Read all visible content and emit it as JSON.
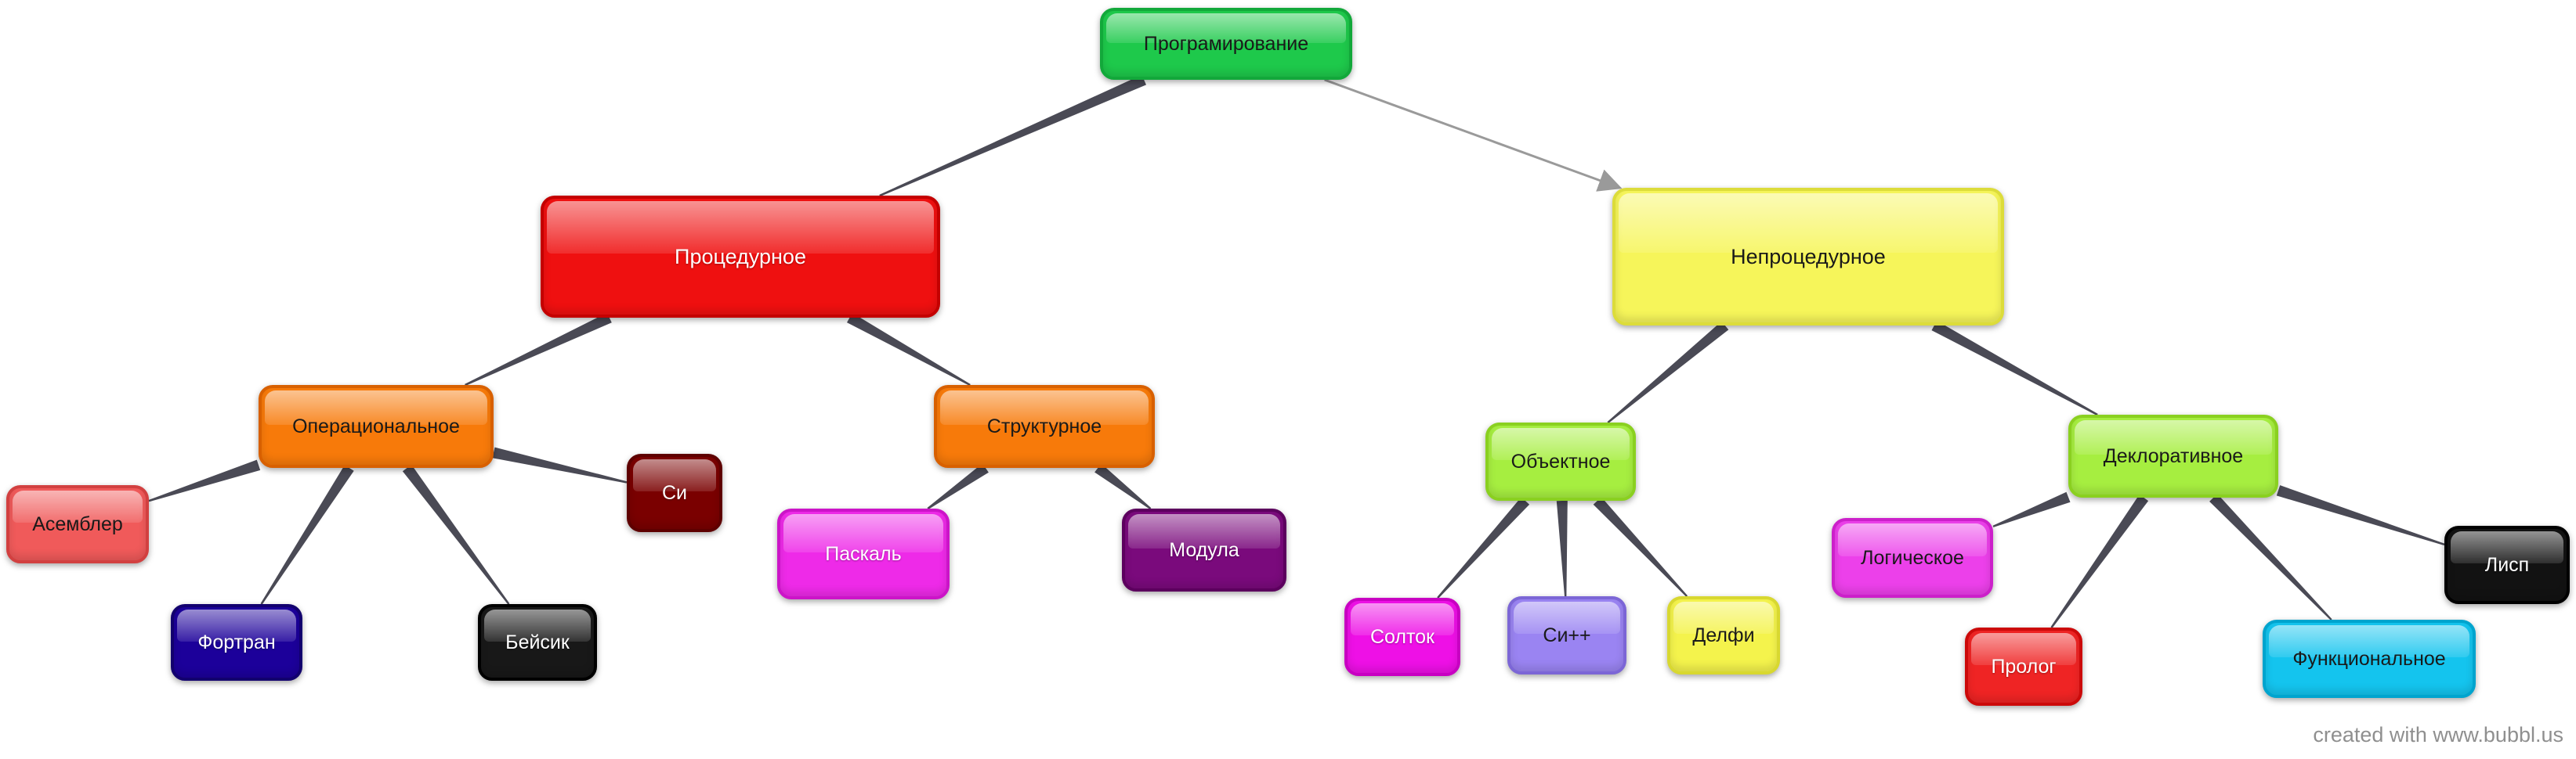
{
  "diagram": {
    "nodes": [
      {
        "id": "root",
        "label": "Програмирование"
      },
      {
        "id": "proc",
        "label": "Процедурное"
      },
      {
        "id": "nonproc",
        "label": "Непроцедурное"
      },
      {
        "id": "oper",
        "label": "Операциональное"
      },
      {
        "id": "struct",
        "label": "Структурное"
      },
      {
        "id": "asm",
        "label": "Асемблер"
      },
      {
        "id": "c",
        "label": "Си"
      },
      {
        "id": "fortran",
        "label": "Фортран"
      },
      {
        "id": "basic",
        "label": "Бейсик"
      },
      {
        "id": "pascal",
        "label": "Паскаль"
      },
      {
        "id": "modula",
        "label": "Модула"
      },
      {
        "id": "oop",
        "label": "Объектное"
      },
      {
        "id": "decl",
        "label": "Деклоративное"
      },
      {
        "id": "smalltalk",
        "label": "Солток"
      },
      {
        "id": "cpp",
        "label": "Си++"
      },
      {
        "id": "delphi",
        "label": "Делфи"
      },
      {
        "id": "logic",
        "label": "Логическое"
      },
      {
        "id": "prolog",
        "label": "Пролог"
      },
      {
        "id": "func",
        "label": "Функциональное"
      },
      {
        "id": "lisp",
        "label": "Лисп"
      }
    ],
    "edges": [
      {
        "from": "root",
        "to": "proc",
        "style": "tapered"
      },
      {
        "from": "root",
        "to": "nonproc",
        "style": "arrow"
      },
      {
        "from": "proc",
        "to": "oper",
        "style": "tapered"
      },
      {
        "from": "proc",
        "to": "struct",
        "style": "tapered"
      },
      {
        "from": "oper",
        "to": "asm",
        "style": "tapered"
      },
      {
        "from": "oper",
        "to": "c",
        "style": "tapered"
      },
      {
        "from": "oper",
        "to": "fortran",
        "style": "tapered"
      },
      {
        "from": "oper",
        "to": "basic",
        "style": "tapered"
      },
      {
        "from": "struct",
        "to": "pascal",
        "style": "tapered"
      },
      {
        "from": "struct",
        "to": "modula",
        "style": "tapered"
      },
      {
        "from": "nonproc",
        "to": "oop",
        "style": "tapered"
      },
      {
        "from": "nonproc",
        "to": "decl",
        "style": "tapered"
      },
      {
        "from": "oop",
        "to": "smalltalk",
        "style": "tapered"
      },
      {
        "from": "oop",
        "to": "cpp",
        "style": "tapered"
      },
      {
        "from": "oop",
        "to": "delphi",
        "style": "tapered"
      },
      {
        "from": "decl",
        "to": "logic",
        "style": "tapered"
      },
      {
        "from": "decl",
        "to": "prolog",
        "style": "tapered"
      },
      {
        "from": "decl",
        "to": "func",
        "style": "tapered"
      },
      {
        "from": "decl",
        "to": "lisp",
        "style": "tapered"
      }
    ],
    "colors": {
      "link": "#4a4a55",
      "arrow": "#9a9a9a",
      "footer_text": "#8f8f8f"
    }
  },
  "footer": {
    "credit": "created with www.bubbl.us"
  }
}
